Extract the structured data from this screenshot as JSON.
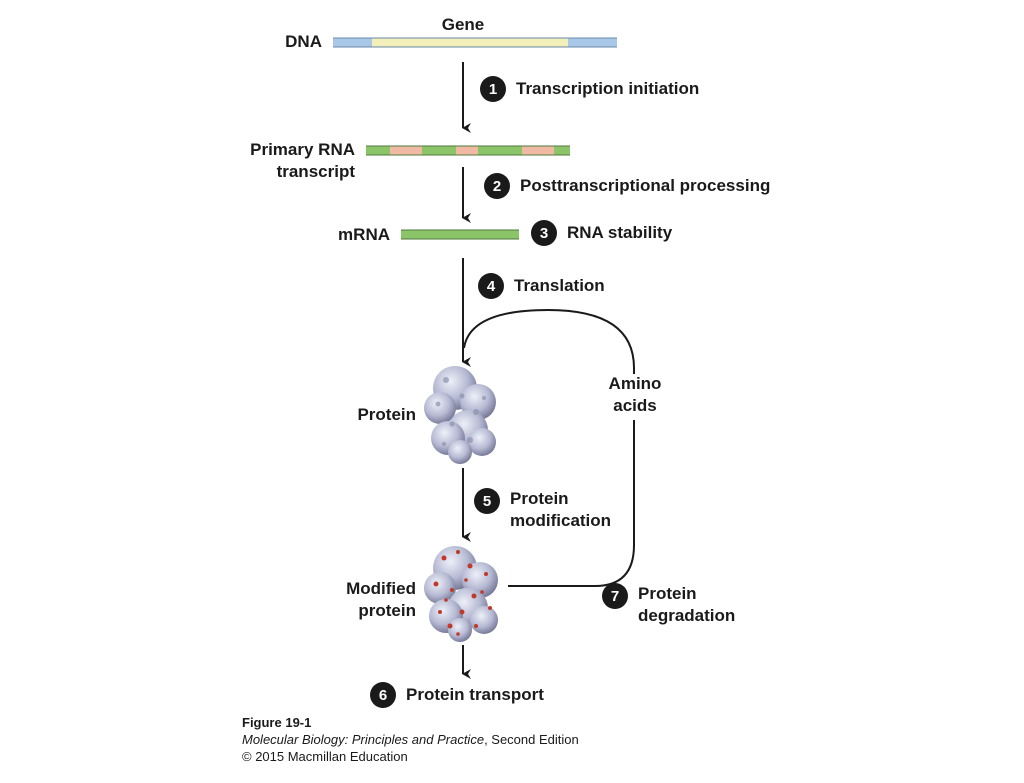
{
  "labels": {
    "gene": "Gene",
    "dna": "DNA",
    "primary_rna_line1": "Primary RNA",
    "primary_rna_line2": "transcript",
    "mrna": "mRNA",
    "protein": "Protein",
    "modified_line1": "Modified",
    "modified_line2": "protein",
    "amino_line1": "Amino",
    "amino_line2": "acids"
  },
  "steps": [
    {
      "number": "1",
      "text": "Transcription initiation"
    },
    {
      "number": "2",
      "text": "Posttranscriptional processing"
    },
    {
      "number": "3",
      "text": "RNA stability"
    },
    {
      "number": "4",
      "text": "Translation"
    },
    {
      "number": "5",
      "line1": "Protein",
      "line2": "modification"
    },
    {
      "number": "6",
      "text": "Protein transport"
    },
    {
      "number": "7",
      "line1": "Protein",
      "line2": "degradation"
    }
  ],
  "caption": {
    "figure": "Figure 19-1",
    "book": "Molecular Biology: Principles and Practice",
    "edition": ", Second Edition",
    "copyright": "© 2015 Macmillan Education"
  },
  "colors": {
    "dna_flank": "#a9c8e8",
    "dna_gene": "#f3efb8",
    "exon_green": "#8cc46a",
    "intron_pink": "#f0b9a4",
    "protein_surface": "#b7bbd4",
    "modification_red": "#c0392b",
    "ink": "#1a1a1a"
  }
}
